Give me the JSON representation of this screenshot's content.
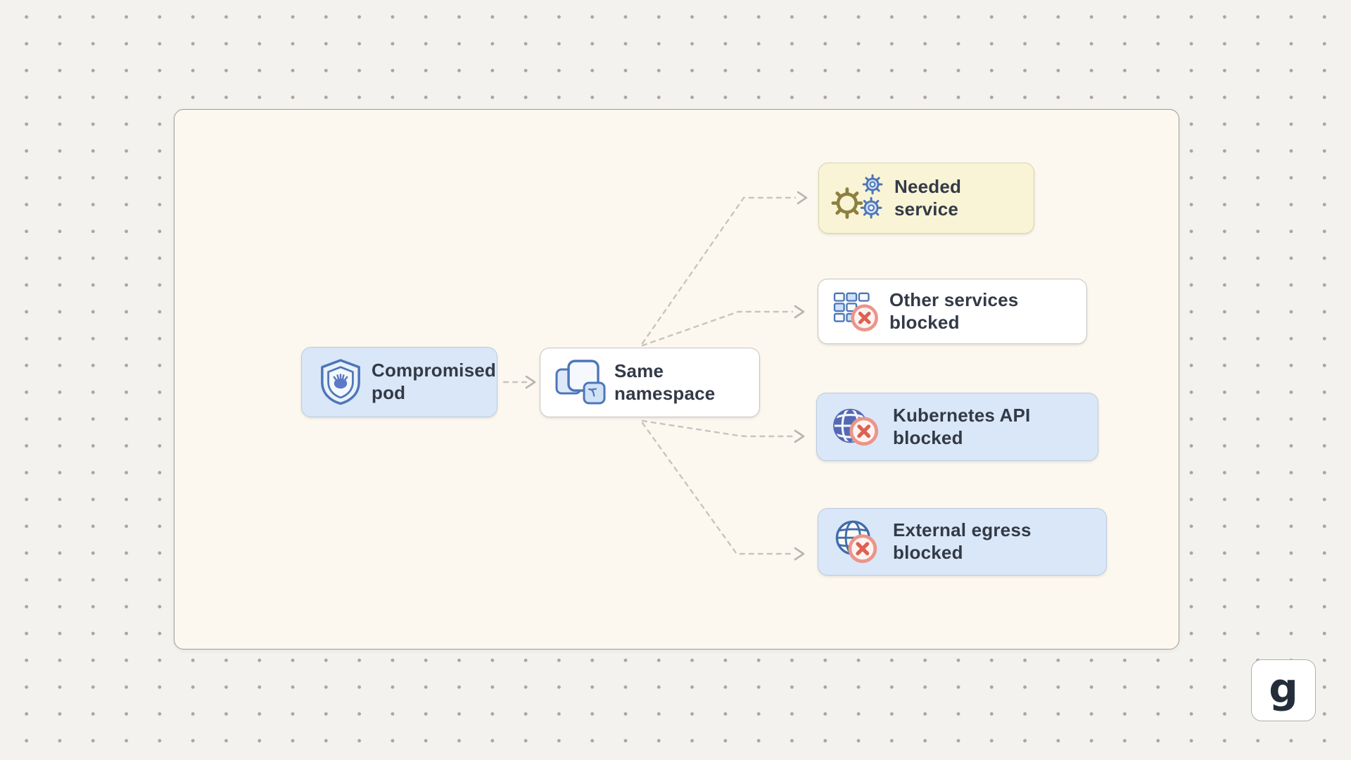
{
  "diagram": {
    "page_background": "#f4f2ee",
    "panel": {
      "background": "#fcf8ef"
    },
    "nodes": {
      "compromised_pod": {
        "label": "Compromised pod",
        "icon": "shield-bug-icon",
        "fill": "#d9e7f8"
      },
      "same_namespace": {
        "label": "Same namespace",
        "icon": "namespaces-icon",
        "fill": "#ffffff"
      },
      "needed_service": {
        "label": "Needed service",
        "icon": "gears-icon",
        "fill": "#f9f4d6"
      },
      "other_services": {
        "label": "Other services blocked",
        "icon": "service-grid-blocked-icon",
        "fill": "#ffffff"
      },
      "kubernetes_api": {
        "label": "Kubernetes API blocked",
        "icon": "kubernetes-globe-blocked-icon",
        "fill": "#d9e7f8"
      },
      "external_egress": {
        "label": "External egress blocked",
        "icon": "globe-blocked-icon",
        "fill": "#d9e7f8"
      }
    },
    "connectors": [
      {
        "from": "compromised_pod",
        "to": "same_namespace",
        "style": "dashed-arrow"
      },
      {
        "from": "same_namespace",
        "to": "needed_service",
        "style": "dashed-arrow"
      },
      {
        "from": "same_namespace",
        "to": "other_services",
        "style": "dashed-arrow"
      },
      {
        "from": "same_namespace",
        "to": "kubernetes_api",
        "style": "dashed-arrow"
      },
      {
        "from": "same_namespace",
        "to": "external_egress",
        "style": "dashed-arrow"
      }
    ],
    "colors": {
      "accent_blue": "#4d76b8",
      "icon_fill_blue": "#cfe1f7",
      "gear_olive": "#8d8040",
      "blocked_red": "#dd6152",
      "blocked_ring": "#eb958a",
      "connector_gray": "#c7c4c0",
      "text": "#333a46"
    },
    "logo": {
      "letter": "g"
    }
  }
}
